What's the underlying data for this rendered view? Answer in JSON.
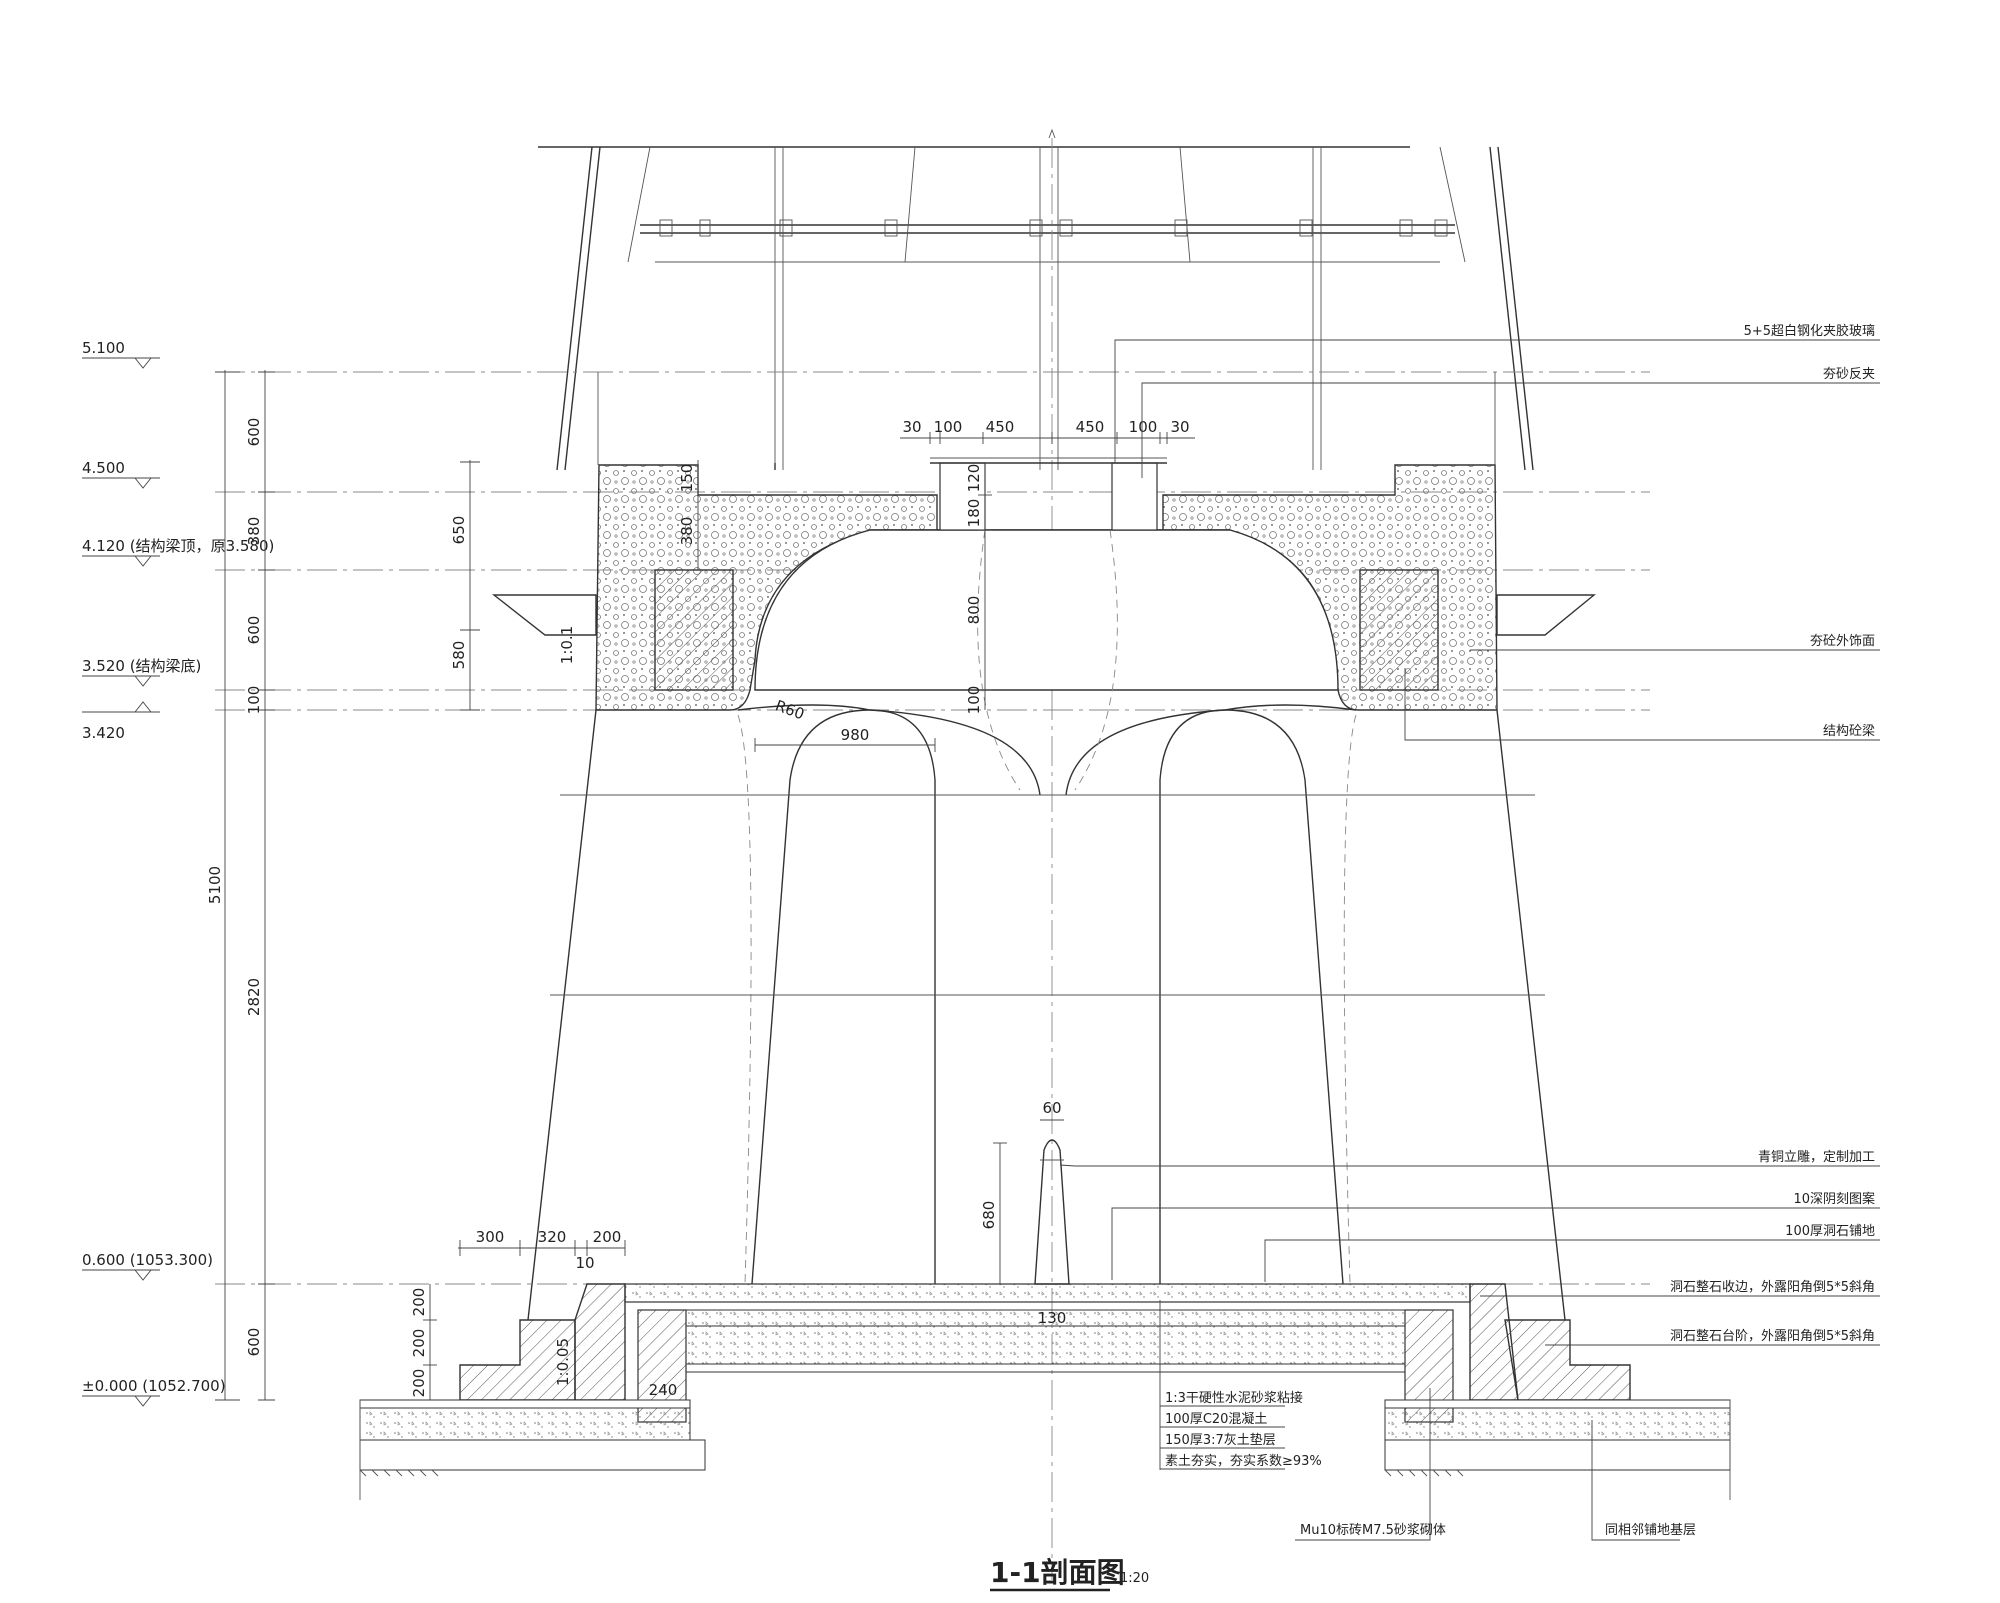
{
  "title": {
    "text": "1-1剖面图",
    "scale": "1:20"
  },
  "levels": [
    {
      "label": "5.100"
    },
    {
      "label": "4.500"
    },
    {
      "label": "4.120 (结构梁顶，原3.580)"
    },
    {
      "label": "3.520 (结构梁底)"
    },
    {
      "label": "3.420"
    },
    {
      "label": "0.600 (1053.300)"
    },
    {
      "label": "±0.000 (1052.700)"
    }
  ],
  "overall_dims": [
    "5100"
  ],
  "segment_dims": [
    "600",
    "380",
    "600",
    "100",
    "2820",
    "600"
  ],
  "top_dims": [
    "30",
    "100",
    "450",
    "450",
    "100",
    "30"
  ],
  "center_dims": [
    "120",
    "180",
    "800",
    "100"
  ],
  "left_inner_dims": [
    "650",
    "580",
    "150",
    "380"
  ],
  "misc_dims": [
    "R60",
    "980",
    "60",
    "680",
    "130",
    "240"
  ],
  "slope_label": "1:0.1",
  "step_dims": [
    "300",
    "320",
    "200",
    "10"
  ],
  "step_vert_dims": [
    "200",
    "200",
    "200"
  ],
  "step_slope_label": "1:0.05",
  "right_notes": [
    "5+5超白钢化夹胶玻璃",
    "夯砂反夹",
    "夯砼外饰面",
    "结构砼梁",
    "青铜立雕，定制加工",
    "10深阴刻图案",
    "100厚洞石铺地",
    "洞石整石收边，外露阳角倒5*5斜角",
    "洞石整石台阶，外露阳角倒5*5斜角"
  ],
  "bottom_notes": [
    "1:3干硬性水泥砂浆粘接",
    "100厚C20混凝土",
    "150厚3:7灰土垫层",
    "素土夯实，夯实系数≥93%"
  ],
  "bottom_labels": [
    "Mu10标砖M7.5砂浆砌体",
    "同相邻铺地基层"
  ]
}
